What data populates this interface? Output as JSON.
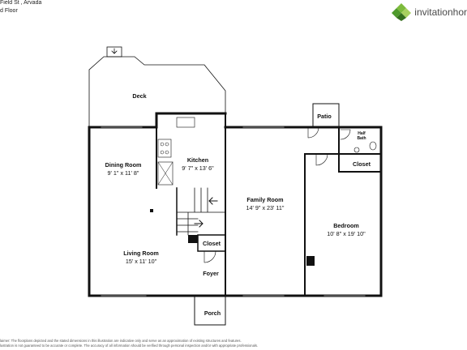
{
  "header": {
    "address": "Field St , Arvada",
    "floor": "d Floor"
  },
  "brand": {
    "name": "invitationhor",
    "logo_colors": [
      "#7dbb3c",
      "#4f9a2c",
      "#a8d05f",
      "#356f1e"
    ]
  },
  "rooms": {
    "deck": {
      "name": "Deck"
    },
    "dining": {
      "name": "Dining Room",
      "size": "9' 1\" x 11' 8\""
    },
    "kitchen": {
      "name": "Kitchen",
      "size": "9' 7\" x 13' 6\""
    },
    "family": {
      "name": "Family Room",
      "size": "14' 9\" x 23' 11\""
    },
    "bedroom": {
      "name": "Bedroom",
      "size": "10' 8\" x 19' 10\""
    },
    "living": {
      "name": "Living Room",
      "size": "15' x 11' 10\""
    },
    "closet_main": {
      "name": "Closet"
    },
    "closet_bed": {
      "name": "Closet"
    },
    "foyer": {
      "name": "Foyer"
    },
    "porch": {
      "name": "Porch"
    },
    "patio": {
      "name": "Patio"
    },
    "half_bath": {
      "name_line1": "Half",
      "name_line2": "Bath"
    }
  },
  "disclaimer": {
    "line1": "laimer: The floorplans depicted and the stated dimensions in this illustration are indicative only and serve as an approximation of existing structures and features.",
    "line2": "lustration is not guaranteed to be accurate or complete. The accuracy of all information should be verified through personal inspection and/or with appropriate professionals."
  }
}
